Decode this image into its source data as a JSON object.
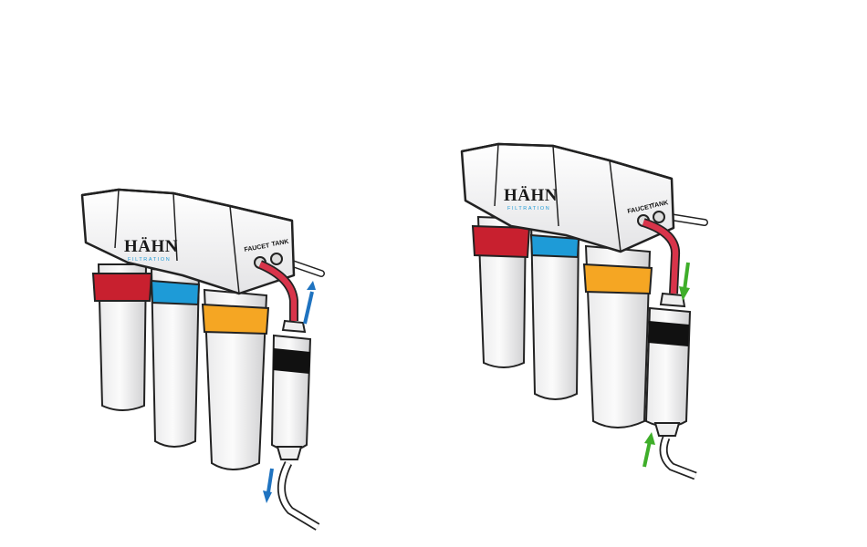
{
  "brand": {
    "name": "HÄHN",
    "sub": "FILTRATION"
  },
  "ports": {
    "faucet": "FAUCET",
    "tank": "TANK"
  },
  "colors": {
    "ring_1": "#c8202f",
    "ring_2": "#1e9bd7",
    "ring_3": "#f5a623",
    "tube_hot": "#d8344a",
    "arrow_left": "#1f73c0",
    "arrow_right": "#3fae2a",
    "post_filter_band": "#111111"
  },
  "diagrams": [
    {
      "id": "left",
      "post_filter_flow": "up-and-down",
      "arrow_color_key": "arrow_left"
    },
    {
      "id": "right",
      "post_filter_flow": "down-and-up",
      "arrow_color_key": "arrow_right"
    }
  ]
}
